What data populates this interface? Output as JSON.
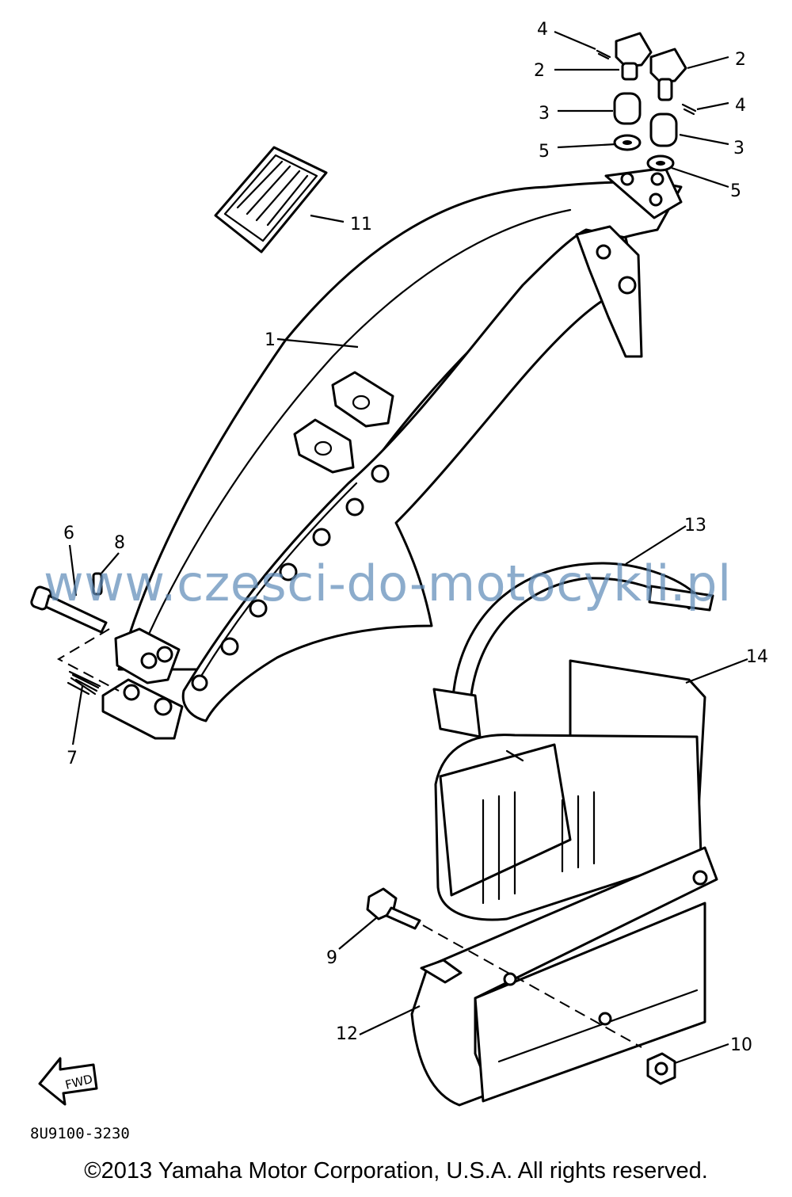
{
  "watermark": "www.czesci-do-motocykli.pl",
  "diagram_code": "8U9100-3230",
  "copyright": "©2013 Yamaha Motor Corporation, U.S.A. All rights reserved.",
  "fwd_label": "FWD",
  "callouts": {
    "c1": "1",
    "c2a": "2",
    "c2b": "2",
    "c3a": "3",
    "c3b": "3",
    "c4a": "4",
    "c4b": "4",
    "c5a": "5",
    "c5b": "5",
    "c6": "6",
    "c7": "7",
    "c8": "8",
    "c9": "9",
    "c10": "10",
    "c11": "11",
    "c12": "12",
    "c13": "13",
    "c14": "14"
  }
}
